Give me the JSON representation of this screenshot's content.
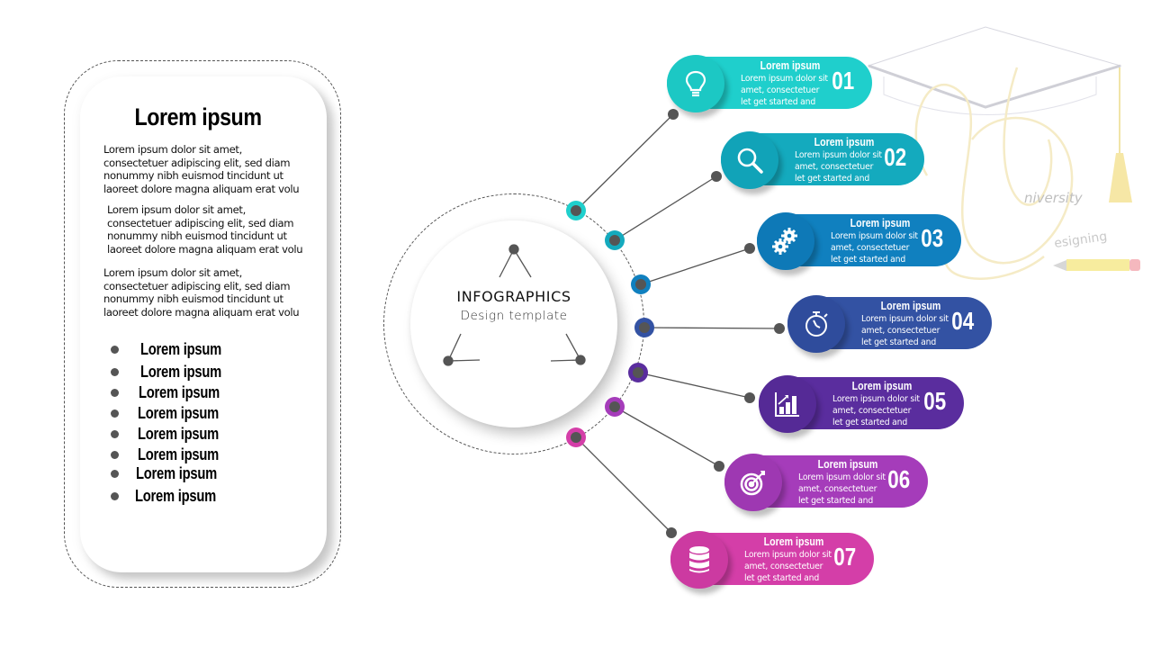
{
  "left_card": {
    "title": "Lorem ipsum",
    "paragraphs": [
      [
        "Lorem ipsum dolor sit amet,",
        "consectetuer adipiscing elit, sed diam",
        "nonummy  nibh euismod tincidunt  ut",
        "laoreet dolore  magna aliquam erat volu"
      ],
      [
        "Lorem ipsum  dolor sit amet,",
        "consectetuer adipiscing elit, sed diam",
        "nonummy  nibh euismod tincidunt  ut",
        "laoreet dolore  magna aliquam erat volu"
      ],
      [
        "Lorem ipsum  dolor sit amet,",
        "consectetuer adipiscing elit, sed diam",
        "nonummy  nibh euismod tincidunt  ut",
        "laoreet dolore  magna aliquam erat volu"
      ]
    ],
    "bullets": [
      "Lorem ipsum",
      "Lorem ipsum",
      "Lorem ipsum",
      "Lorem ipsum",
      "Lorem ipsum",
      "Lorem ipsum",
      "Lorem ipsum",
      "Lorem ipsum"
    ]
  },
  "center": {
    "title": "INFOGRAPHICS",
    "subtitle": "Design template"
  },
  "steps": [
    {
      "number": "01",
      "title": "Lorem ipsum",
      "text": [
        "Lorem ipsum dolor sit",
        "amet, consectetuer",
        "let get started and"
      ],
      "icon": "lightbulb-icon",
      "color": "#1fcfcc",
      "icon_color": "#1cc8c4"
    },
    {
      "number": "02",
      "title": "Lorem ipsum",
      "text": [
        "Lorem ipsum dolor sit",
        "amet, consectetuer",
        "let get started and"
      ],
      "icon": "search-icon",
      "color": "#14aabe",
      "icon_color": "#11a3b8"
    },
    {
      "number": "03",
      "title": "Lorem ipsum",
      "text": [
        "Lorem ipsum dolor sit",
        "amet, consectetuer",
        "let get started and"
      ],
      "icon": "gears-icon",
      "color": "#1080bf",
      "icon_color": "#0e79b7"
    },
    {
      "number": "04",
      "title": "Lorem ipsum",
      "text": [
        "Lorem ipsum dolor sit",
        "amet, consectetuer",
        "let get started and"
      ],
      "icon": "stopwatch-icon",
      "color": "#3352a3",
      "icon_color": "#2f4c9c"
    },
    {
      "number": "05",
      "title": "Lorem ipsum",
      "text": [
        "Lorem ipsum dolor sit",
        "amet, consectetuer",
        "let get started and"
      ],
      "icon": "bar-chart-icon",
      "color": "#5a2d9e",
      "icon_color": "#552a96"
    },
    {
      "number": "06",
      "title": "Lorem ipsum",
      "text": [
        "Lorem ipsum dolor sit",
        "amet, consectetuer",
        "let get started and"
      ],
      "icon": "target-icon",
      "color": "#a53cba",
      "icon_color": "#9e38b2"
    },
    {
      "number": "07",
      "title": "Lorem ipsum",
      "text": [
        "Lorem ipsum dolor sit",
        "amet, consectetuer",
        "let get started and"
      ],
      "icon": "database-icon",
      "color": "#d43ea8",
      "icon_color": "#cc3aa1"
    }
  ],
  "watermark": {
    "text_top": "niversity",
    "text_bottom": "esigning"
  }
}
